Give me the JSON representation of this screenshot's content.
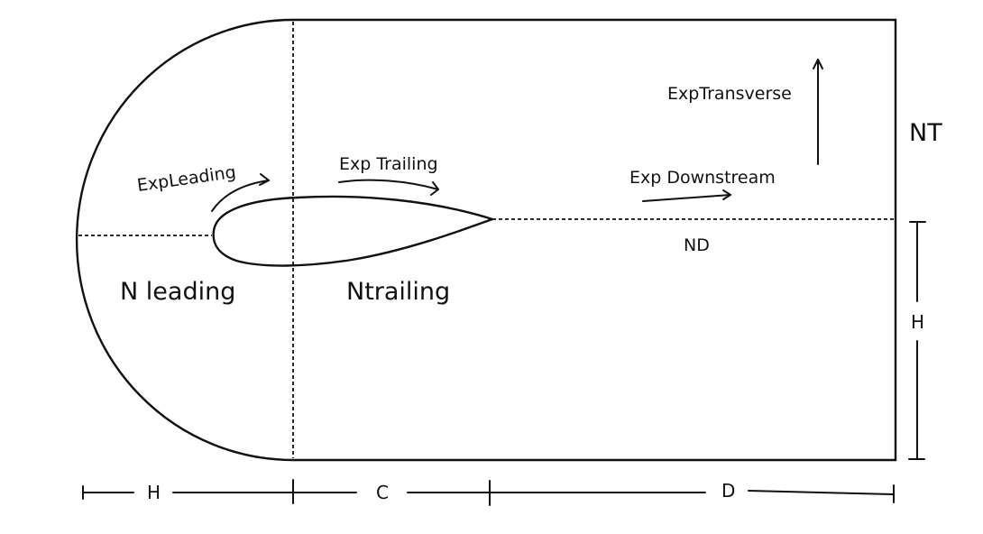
{
  "labels": {
    "exp_leading": "ExpLeading",
    "exp_trailing": "Exp Trailing",
    "exp_downstream": "Exp Downstream",
    "exp_transverse": "ExpTransverse",
    "n_leading": "N leading",
    "n_trailing": "Ntrailing",
    "nd": "ND",
    "nt": "NT"
  },
  "dimensions": {
    "h_bottom": "H",
    "c": "C",
    "d": "D",
    "h_right": "H"
  }
}
